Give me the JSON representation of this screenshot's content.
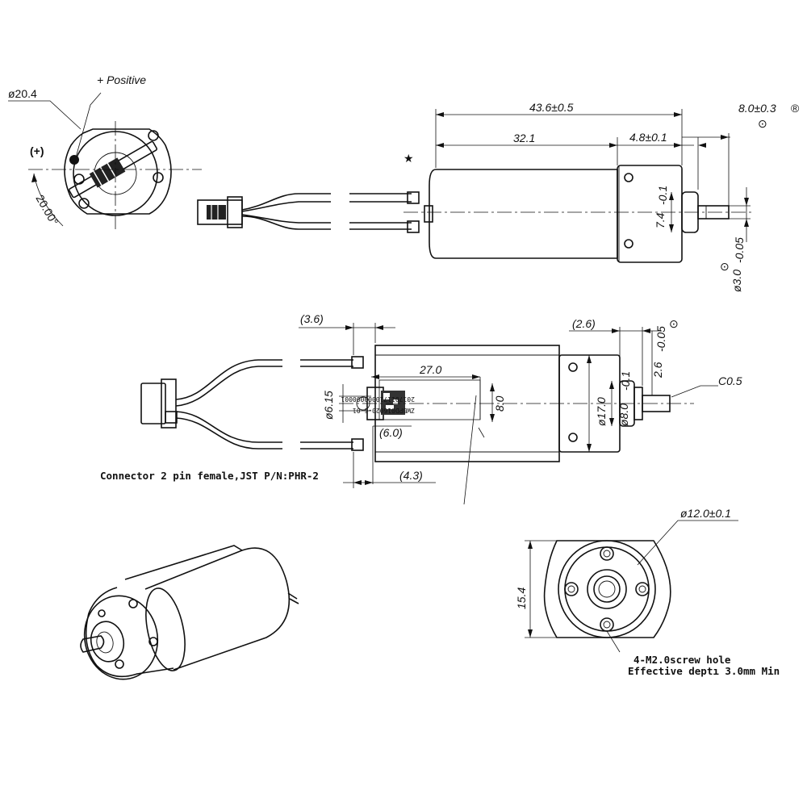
{
  "labels": {
    "positive": "+ Positive",
    "plus_mark": "(+)",
    "star": "★",
    "connector_note": "Connector 2 pin female,JST P/N:PHR-2",
    "screw_note_1": "4-M2.0screw hole",
    "screw_note_2": "Effective deptı 3.0mm Min"
  },
  "dimensions": {
    "dia_20_4": "ø20.4",
    "angle_20": "20.00°",
    "len_43_6": "43.6±0.5",
    "len_32_1": "32.1",
    "len_4_8": "4.8±0.1",
    "len_8_0": "8.0±0.3",
    "dim_7_4": "7.4",
    "tol_7_4": "-0.1",
    "dia_3_0": "ø3.0",
    "tol_3_0": "-0.05",
    "dim_3_6": "(3.6)",
    "dim_27_0": "27.0",
    "dim_6_15": "ø6.15",
    "dim_6_0": "(6.0)",
    "dim_4_3": "(4.3)",
    "dim_8_0_small": "8.0",
    "dim_2_6_paren": "(2.6)",
    "dim_2_6": "2.6",
    "tol_2_6": "-0.05",
    "dia_17_0": "ø17.0",
    "dia_8_0": "ø8.0",
    "tol_8_0": "-0.1",
    "chamfer": "C0.5",
    "dia_12_0": "ø12.0±0.1",
    "dim_15_4": "15.4"
  },
  "label_text": {
    "line1": "ZWBPD016020-6-01",
    "line2": "2017011710000000001"
  },
  "symbols": {
    "circled_r": "®",
    "concentric": "⊙"
  }
}
